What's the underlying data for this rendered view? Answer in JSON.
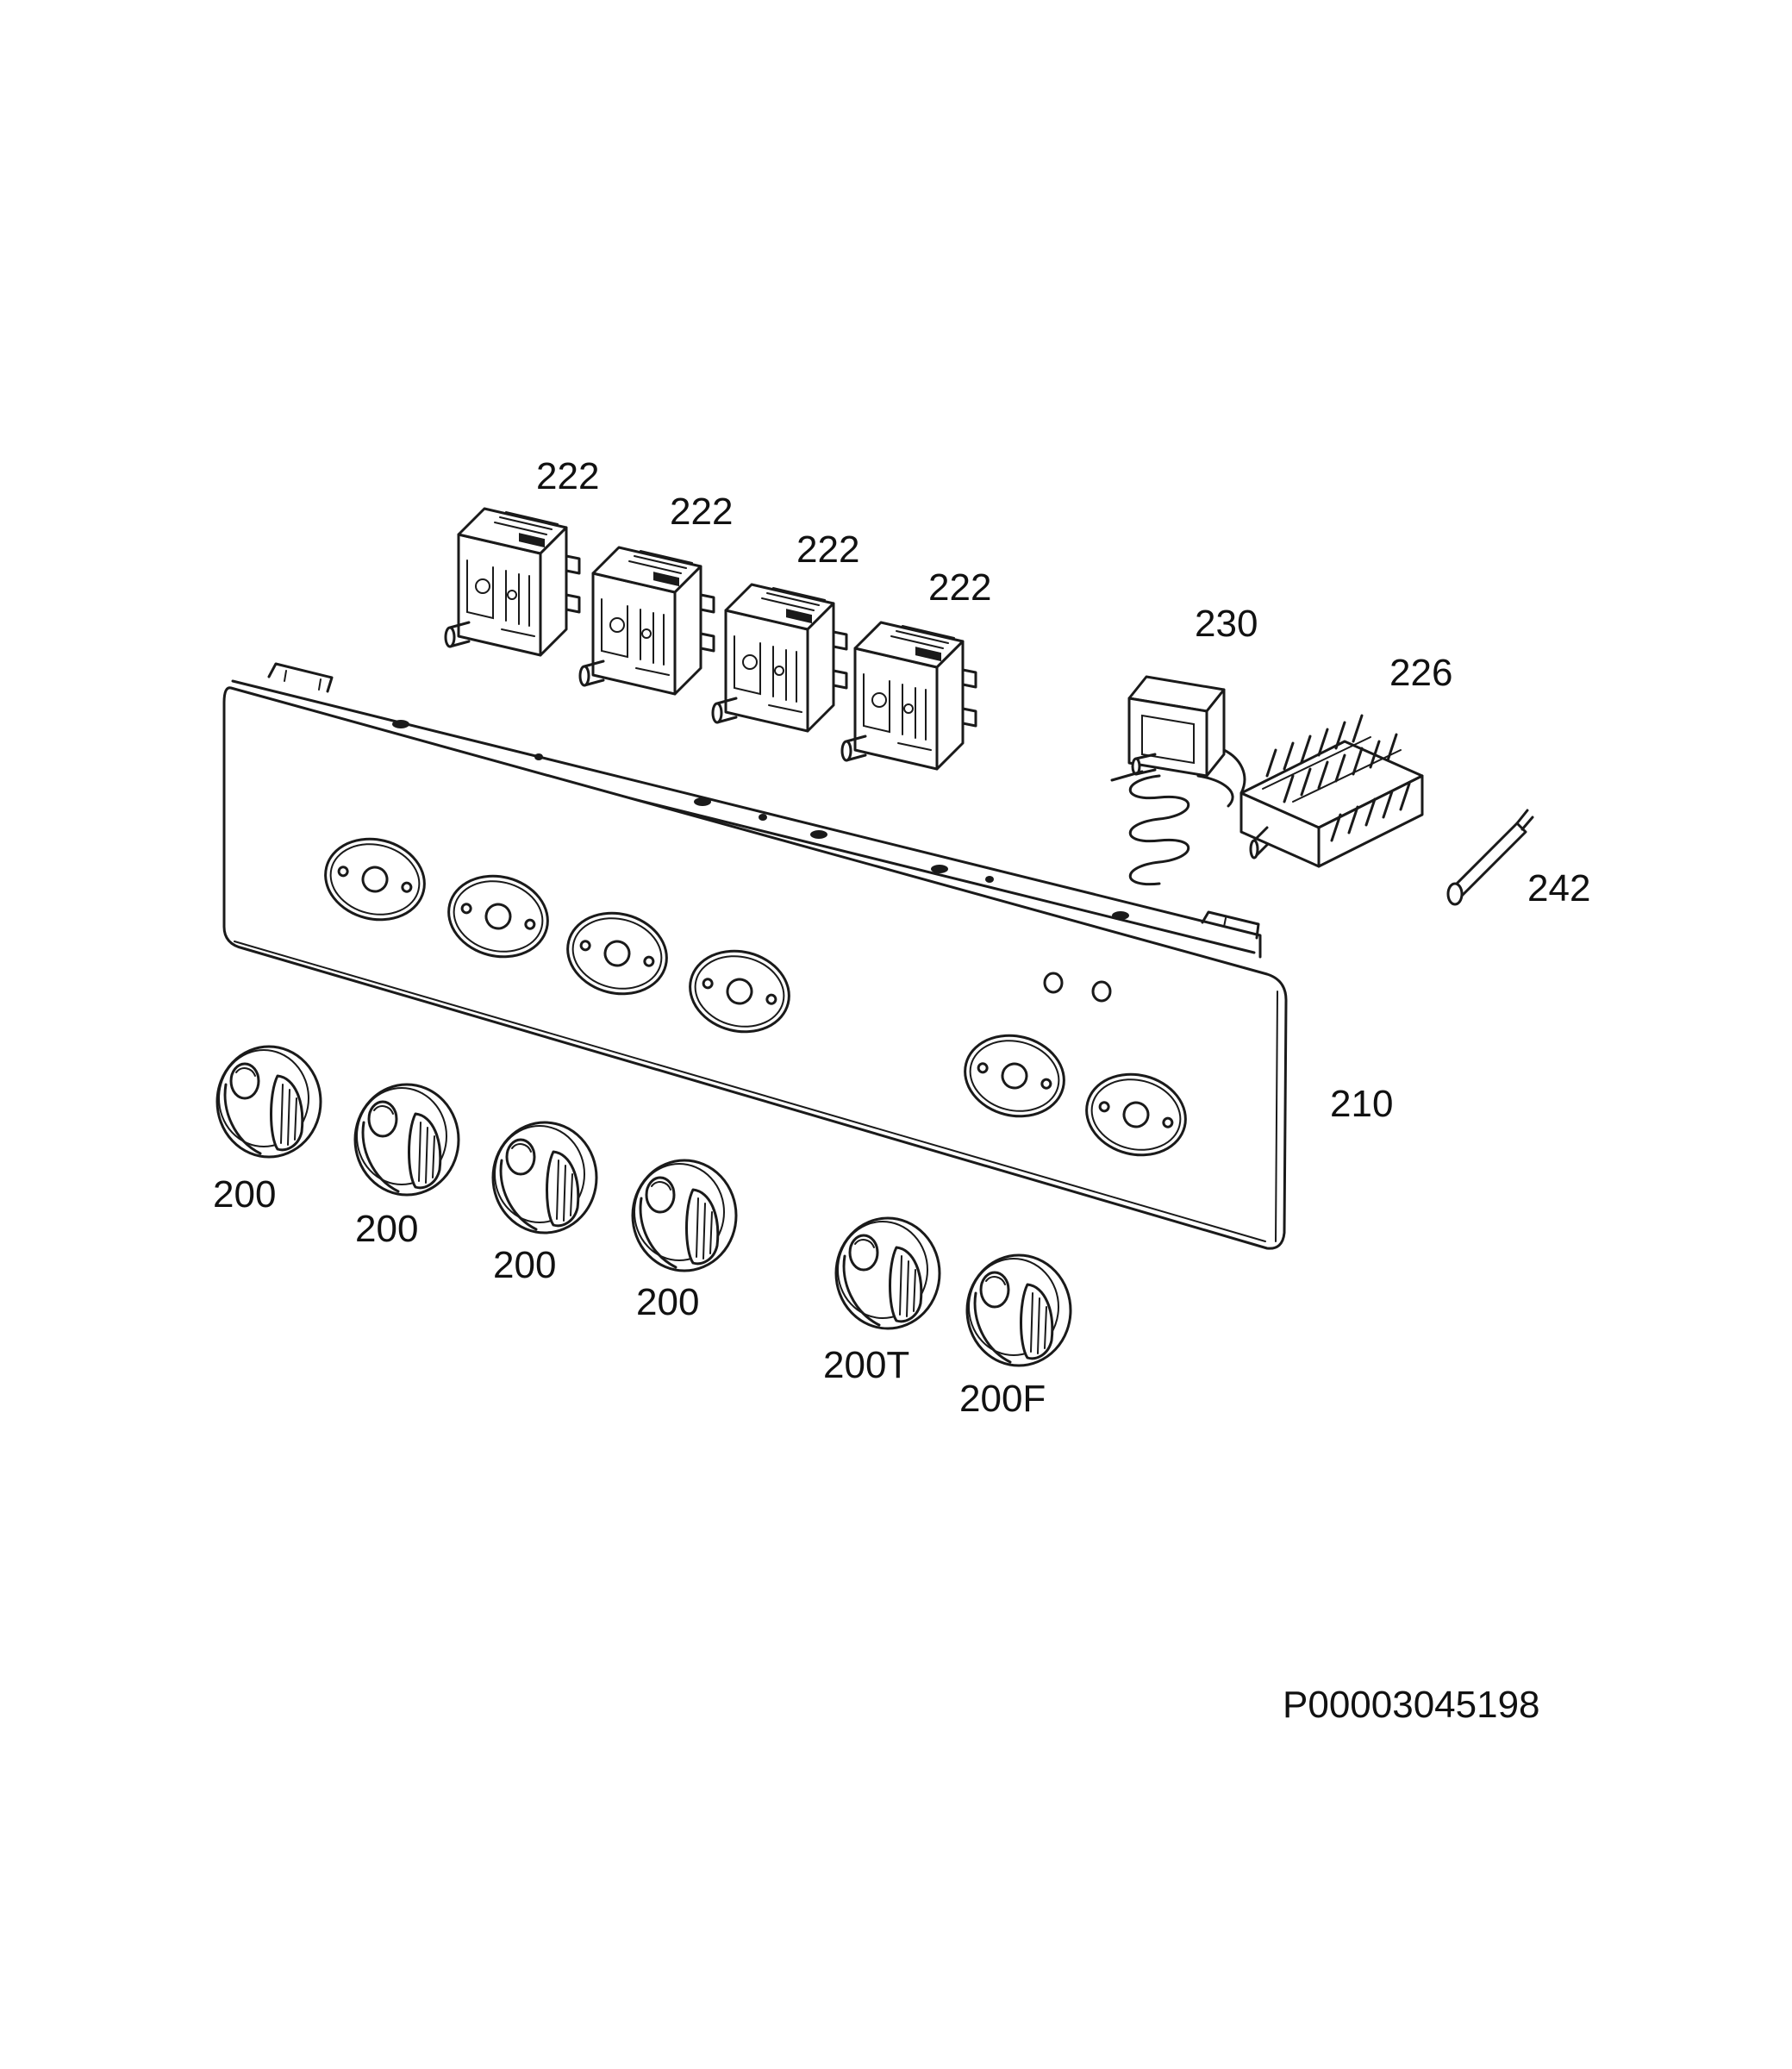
{
  "diagram": {
    "drawing_id": "P00003045198",
    "callouts": {
      "switch_1": "222",
      "switch_2": "222",
      "switch_3": "222",
      "switch_4": "222",
      "thermostat": "230",
      "selector_switch": "226",
      "indicator_lamp": "242",
      "control_panel": "210",
      "knob_1": "200",
      "knob_2": "200",
      "knob_3": "200",
      "knob_4": "200",
      "knob_thermostat": "200T",
      "knob_function": "200F"
    }
  }
}
